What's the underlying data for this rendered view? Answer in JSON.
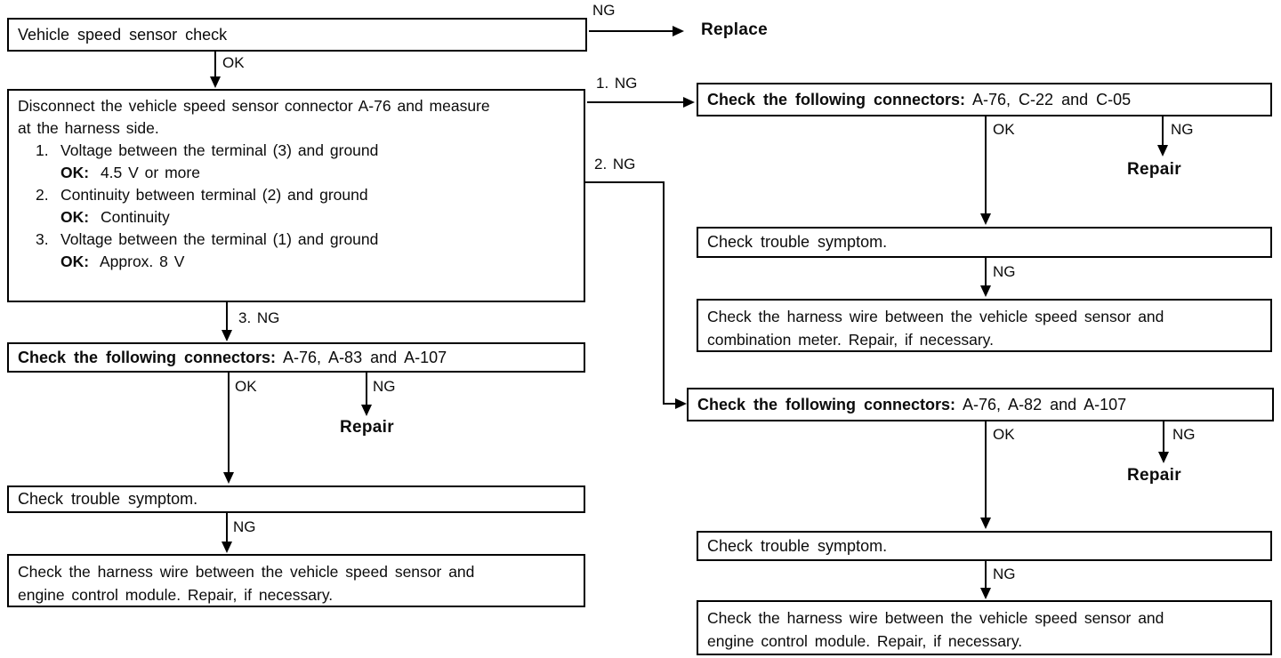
{
  "nodes": {
    "start": {
      "text": "Vehicle speed sensor check"
    },
    "measure": {
      "line1": "Disconnect the vehicle speed sensor connector A-76 and measure",
      "line2": "at the harness side.",
      "items": [
        {
          "num": "1.",
          "text": "Voltage between the terminal (3) and ground",
          "ok_label": "OK:",
          "ok_value": "4.5 V or more"
        },
        {
          "num": "2.",
          "text": "Continuity between terminal (2) and ground",
          "ok_label": "OK:",
          "ok_value": "Continuity"
        },
        {
          "num": "3.",
          "text": "Voltage between the terminal (1) and ground",
          "ok_label": "OK:",
          "ok_value": "Approx. 8 V"
        }
      ]
    },
    "left_connectors": {
      "bold": "Check the following connectors:",
      "rest": "A-76, A-83 and A-107"
    },
    "left_symptom": {
      "text": "Check trouble symptom."
    },
    "left_harness": {
      "line1": "Check the harness wire between the vehicle speed sensor and",
      "line2": "engine control module. Repair, if necessary."
    },
    "right_connectors1": {
      "bold": "Check the following connectors:",
      "rest": "A-76, C-22 and C-05"
    },
    "right_symptom1": {
      "text": "Check trouble symptom."
    },
    "right_harness_meter": {
      "line1": "Check the harness wire between the vehicle speed sensor and",
      "line2": "combination meter. Repair, if necessary."
    },
    "right_connectors2": {
      "bold": "Check the following connectors:",
      "rest": "A-76, A-82 and A-107"
    },
    "right_symptom2": {
      "text": "Check trouble symptom."
    },
    "right_harness_ecm": {
      "line1": "Check the harness wire between the vehicle speed sensor and",
      "line2": "engine control module. Repair, if necessary."
    }
  },
  "labels": {
    "start_ng": "NG",
    "replace": "Replace",
    "start_ok": "OK",
    "branch1": "1. NG",
    "branch2": "2. NG",
    "branch3": "3. NG",
    "left_conn_ok": "OK",
    "left_conn_ng": "NG",
    "left_repair": "Repair",
    "left_symptom_ng": "NG",
    "right1_ok": "OK",
    "right1_ng": "NG",
    "right1_repair": "Repair",
    "right_symptom1_ng": "NG",
    "right2_ok": "OK",
    "right2_ng": "NG",
    "right2_repair": "Repair",
    "right_symptom2_ng": "NG"
  },
  "colors": {
    "ink": "#000000",
    "background": "#ffffff"
  }
}
